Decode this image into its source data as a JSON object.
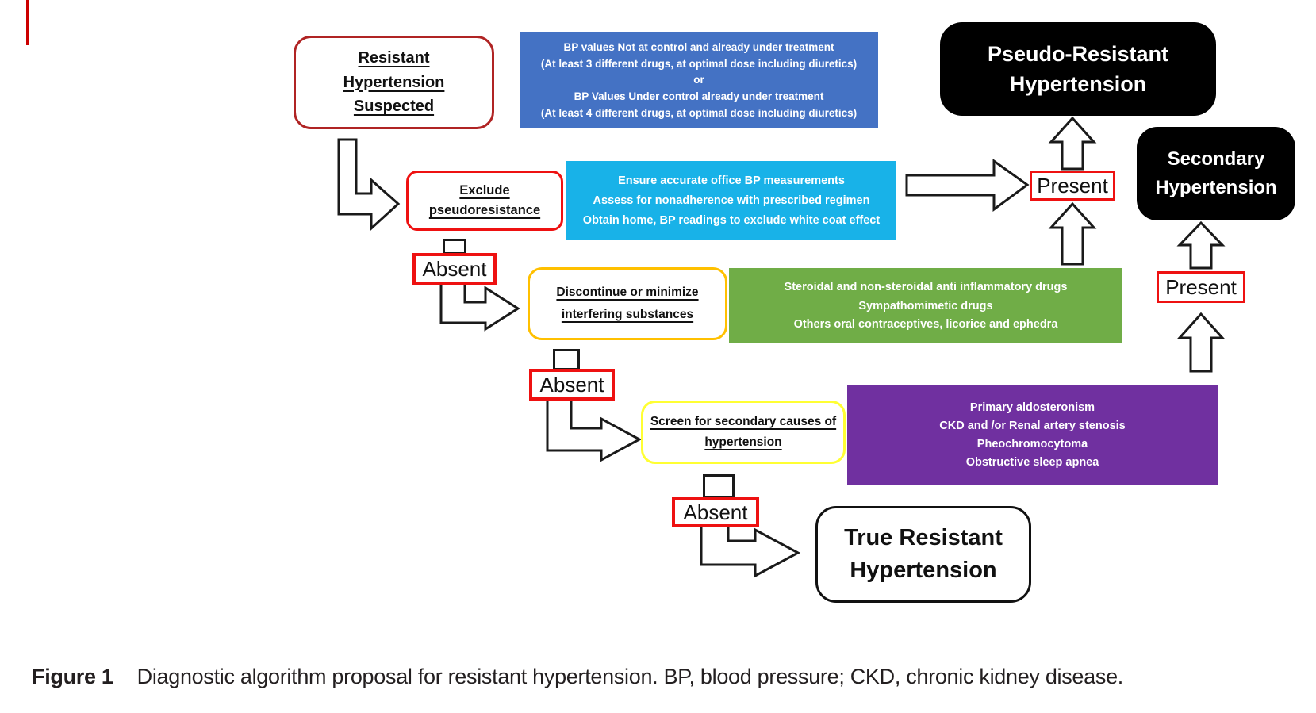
{
  "figure_caption": {
    "label": "Figure 1",
    "text": "Diagnostic algorithm proposal for resistant hypertension. BP, blood pressure; CKD, chronic kidney disease."
  },
  "flow_nodes": {
    "resistant_suspected": {
      "line1": "Resistant",
      "line2": "Hypertension",
      "line3": "Suspected"
    },
    "exclude_pseudoresistance": {
      "line1": "Exclude",
      "line2": "pseudoresistance"
    },
    "discontinue_substances": {
      "line1": "Discontinue or minimize",
      "line2": "interfering substances"
    },
    "screen_secondary": {
      "line1": "Screen for secondary causes of",
      "line2": "hypertension"
    },
    "true_resistant": {
      "line1": "True Resistant",
      "line2": "Hypertension"
    },
    "pseudo_resistant": {
      "line1": "Pseudo-Resistant",
      "line2": "Hypertension"
    },
    "secondary_hypertension": {
      "line1": "Secondary",
      "line2": "Hypertension"
    },
    "absent_1": "Absent",
    "absent_2": "Absent",
    "absent_3": "Absent",
    "present_1": "Present",
    "present_2": "Present"
  },
  "info_boxes": {
    "treatment_criteria": {
      "color": "#4472C4",
      "line1": "BP values Not at control and already under treatment",
      "line2": "(At least 3 different drugs, at optimal dose including diuretics)",
      "line3": "or",
      "line4": "BP Values Under control already under treatment",
      "line5": "(At least 4 different drugs, at optimal dose including diuretics)"
    },
    "pseudoresistance_checks": {
      "color": "#18B2E8",
      "line1": "Ensure accurate office BP measurements",
      "line2": "Assess for nonadherence with prescribed regimen",
      "line3": "Obtain home, BP readings to exclude white coat effect"
    },
    "interfering_substances": {
      "color": "#70AD47",
      "line1": "Steroidal and non-steroidal anti inflammatory drugs",
      "line2": "Sympathomimetic drugs",
      "line3": "Others oral contraceptives, licorice and ephedra"
    },
    "secondary_causes": {
      "color": "#7030A0",
      "line1": "Primary aldosteronism",
      "line2": "CKD and /or Renal artery stenosis",
      "line3": "Pheochromocytoma",
      "line4": "Obstructive sleep apnea"
    }
  },
  "colors": {
    "dark_red_border": "#B02424",
    "bright_red_border": "#EE1111",
    "gold_border": "#FFC000",
    "yellow_border": "#FFFF33",
    "black_fill": "#000000",
    "blue_fill": "#4472C4",
    "cyan_fill": "#18B2E8",
    "green_fill": "#70AD47",
    "purple_fill": "#7030A0",
    "margin_rule_red": "#CC0000"
  }
}
